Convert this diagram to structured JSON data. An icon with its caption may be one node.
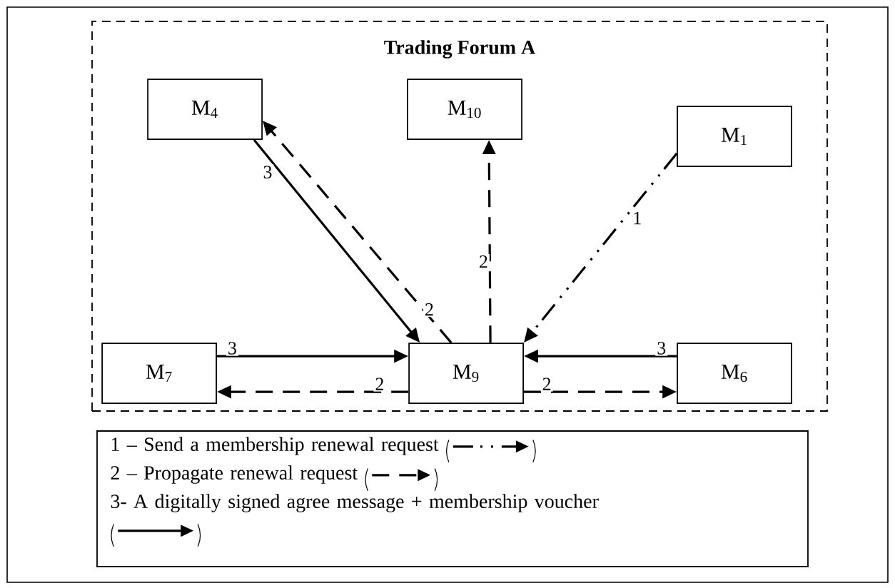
{
  "diagram": {
    "nodes": [
      {
        "text": [
          "Trading Forum A"
        ]
      },
      {
        "text": [
          "M$_{4}$"
        ],
        "in": 0
      },
      {
        "text": [
          "M$_{10}$"
        ],
        "in": 0
      },
      {
        "text": [
          "M$_{1}$"
        ],
        "in": 0
      },
      {
        "text": [
          "M$_{7}$"
        ],
        "in": 0
      },
      {
        "text": [
          "M$_{9}$"
        ],
        "in": 0
      },
      {
        "text": [
          "M$_{6}$"
        ],
        "in": 0
      }
    ],
    "edges": [
      {
        "from": 1,
        "to": 5,
        "arrow": "to",
        "label": "3"
      },
      {
        "from": 5,
        "to": 1,
        "arrow": "to",
        "label": "2",
        "style": "dashed"
      },
      {
        "from": 5,
        "to": 2,
        "arrow": "to",
        "label": "2",
        "style": "dashed"
      },
      {
        "from": 3,
        "to": 5,
        "arrow": "to",
        "label": "1",
        "style": "dashed"
      },
      {
        "from": 4,
        "to": 5,
        "arrow": "to",
        "label": "3"
      },
      {
        "from": 6,
        "to": 5,
        "arrow": "to",
        "label": "3"
      },
      {
        "from": 5,
        "to": 4,
        "arrow": "to",
        "label": "2",
        "style": "dashed"
      },
      {
        "from": 5,
        "to": 6,
        "arrow": "to",
        "label": "2",
        "style": "dashed"
      }
    ],
    "legend": [
      {
        "text": "1 – Send a membership renewal request"
      },
      {
        "text": "2 – Propagate renewal request"
      },
      {
        "text": "3- A digitally signed agree message + membership voucher"
      }
    ]
  }
}
